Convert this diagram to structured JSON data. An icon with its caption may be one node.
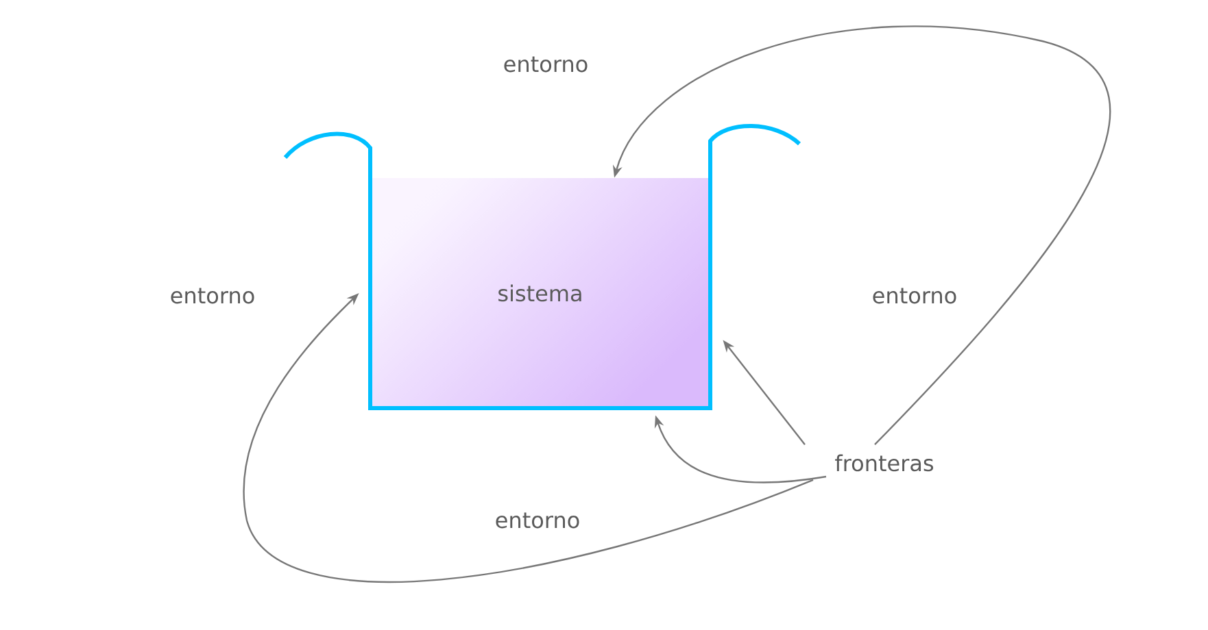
{
  "diagram": {
    "nodes": [
      {
        "text": [
          "sistema"
        ]
      },
      {
        "text": [
          "fronteras"
        ]
      }
    ],
    "edges": [
      {
        "from": 1,
        "to": 0,
        "arrow": "to"
      },
      {
        "from": 1,
        "to": 0,
        "arrow": "to"
      },
      {
        "from": 1,
        "to": 0,
        "arrow": "to"
      },
      {
        "from": 1,
        "to": 0,
        "arrow": "to"
      }
    ],
    "labels": [
      "entorno",
      "entorno",
      "entorno",
      "entorno"
    ]
  }
}
